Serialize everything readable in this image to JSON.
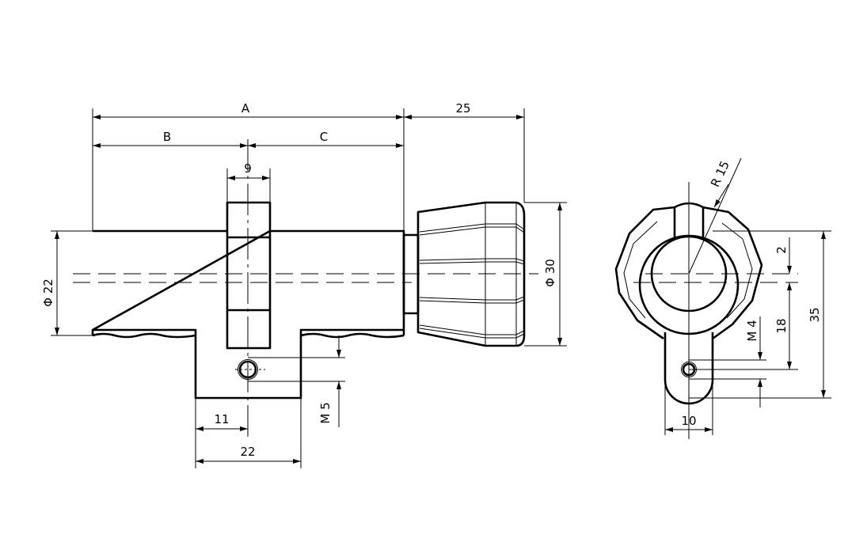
{
  "drawing": {
    "title": "Knob cylinder technical drawing",
    "side_view": {
      "dim_A": "A",
      "dim_B": "B",
      "dim_C": "C",
      "dim_knob_length": "25",
      "dim_cam_width": "9",
      "dim_body_diameter": "Φ 22",
      "dim_knob_diameter": "Φ 30",
      "dim_screw": "M 5",
      "dim_hole_offset": "11",
      "dim_base_width": "22"
    },
    "end_view": {
      "dim_radius": "R 15",
      "dim_offset": "2",
      "dim_hole_height": "18",
      "dim_total_height": "35",
      "dim_screw": "M 4",
      "dim_tab_width": "10"
    }
  }
}
